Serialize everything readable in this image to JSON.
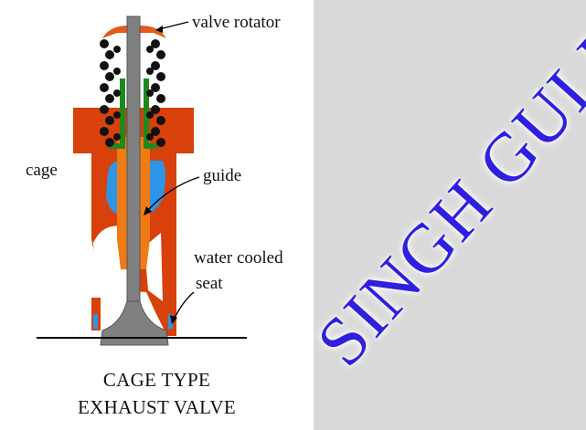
{
  "labels": {
    "valve_rotator": "valve rotator",
    "cage": "cage",
    "guide": "guide",
    "water_cooled": "water cooled",
    "seat": "seat"
  },
  "caption": {
    "line1": "CAGE TYPE",
    "line2": "EXHAUST VALVE"
  },
  "watermark": "SINGH GULIA",
  "colors": {
    "cage": "#d8400c",
    "valve_stem": "#808080",
    "water_jacket": "#2e95e6",
    "guide": "#f07a14",
    "spring_retainer": "#1e8a1e",
    "springs": "#111111",
    "watermark": "#2f1fe0",
    "background": "#d9d9d9"
  }
}
